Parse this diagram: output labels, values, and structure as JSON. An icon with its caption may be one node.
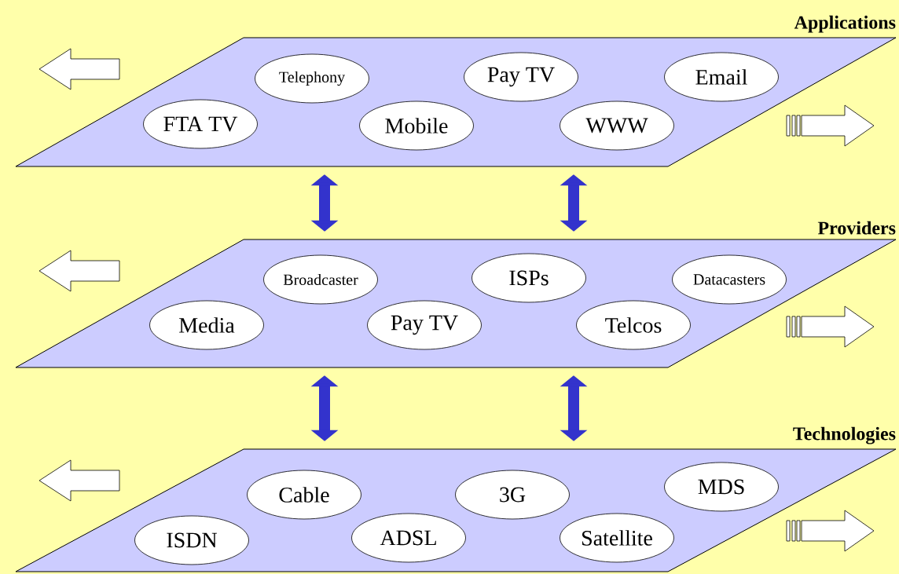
{
  "diagram": {
    "nodes": [
      {
        "text": [
          "Applications"
        ]
      },
      {
        "text": [
          "Telephony"
        ],
        "in": 0
      },
      {
        "text": [
          "Pay TV"
        ],
        "in": 0
      },
      {
        "text": [
          "Email"
        ],
        "in": 0
      },
      {
        "text": [
          "FTA TV"
        ],
        "in": 0
      },
      {
        "text": [
          "Mobile"
        ],
        "in": 0
      },
      {
        "text": [
          "WWW"
        ],
        "in": 0
      },
      {
        "text": [
          "Providers"
        ]
      },
      {
        "text": [
          "Broadcaster"
        ],
        "in": 7
      },
      {
        "text": [
          "ISPs"
        ],
        "in": 7
      },
      {
        "text": [
          "Datacasters"
        ],
        "in": 7
      },
      {
        "text": [
          "Media"
        ],
        "in": 7
      },
      {
        "text": [
          "Pay TV"
        ],
        "in": 7
      },
      {
        "text": [
          "Telcos"
        ],
        "in": 7
      },
      {
        "text": [
          "Technologies"
        ]
      },
      {
        "text": [
          "Cable"
        ],
        "in": 14
      },
      {
        "text": [
          "3G"
        ],
        "in": 14
      },
      {
        "text": [
          "MDS"
        ],
        "in": 14
      },
      {
        "text": [
          "ISDN"
        ],
        "in": 14
      },
      {
        "text": [
          "ADSL"
        ],
        "in": 14
      },
      {
        "text": [
          "Satellite"
        ],
        "in": 14
      }
    ],
    "edges": [
      {
        "from": 0,
        "to": 7,
        "arrow": "both"
      },
      {
        "from": 0,
        "to": 7,
        "arrow": "both"
      },
      {
        "from": 7,
        "to": 14,
        "arrow": "both"
      },
      {
        "from": 7,
        "to": 14,
        "arrow": "both"
      }
    ]
  }
}
